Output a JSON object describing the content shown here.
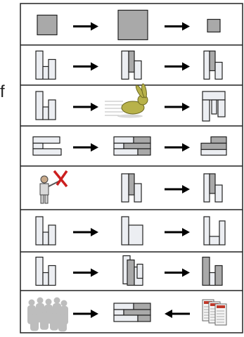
{
  "side_text": "f",
  "colors": {
    "light": "#eceef2",
    "dark": "#a9a9a9",
    "outline": "#222222",
    "rabbit": "#b8b24a",
    "cross": "#cc1f1f",
    "crowd": "#bdbdbd"
  },
  "rows": [
    {
      "name": "row-1",
      "left": "gray-square-medium",
      "right": "gray-square-large",
      "result": "gray-square-small",
      "arrow2": "right"
    },
    {
      "name": "row-2",
      "left": "bars-light",
      "right": "bars-mid-shaded",
      "result": "bars-left-shaded",
      "arrow2": "right"
    },
    {
      "name": "row-3",
      "left": "bars-light",
      "right": "rabbit-icon",
      "result": "bars-inverted",
      "arrow2": "right"
    },
    {
      "name": "row-4",
      "left": "stack-light",
      "right": "stack-mixed",
      "result": "stack-dark",
      "arrow2": "right"
    },
    {
      "name": "row-5",
      "left": "person-cross-icon",
      "right": "bars-mid-shaded",
      "result": "bars-left-shaded",
      "arrow2": "right",
      "no_first_arrow": true
    },
    {
      "name": "row-6",
      "left": "bars-light",
      "right": "bars-box",
      "result": "u-shape",
      "arrow2": "right"
    },
    {
      "name": "row-7",
      "left": "bars-light",
      "right": "bars-overlap",
      "result": "bars-dark",
      "arrow2": "right"
    },
    {
      "name": "row-8",
      "left": "crowd-icon",
      "right": "stack-mixed",
      "result": "documents-icon",
      "arrow2": "left"
    }
  ]
}
